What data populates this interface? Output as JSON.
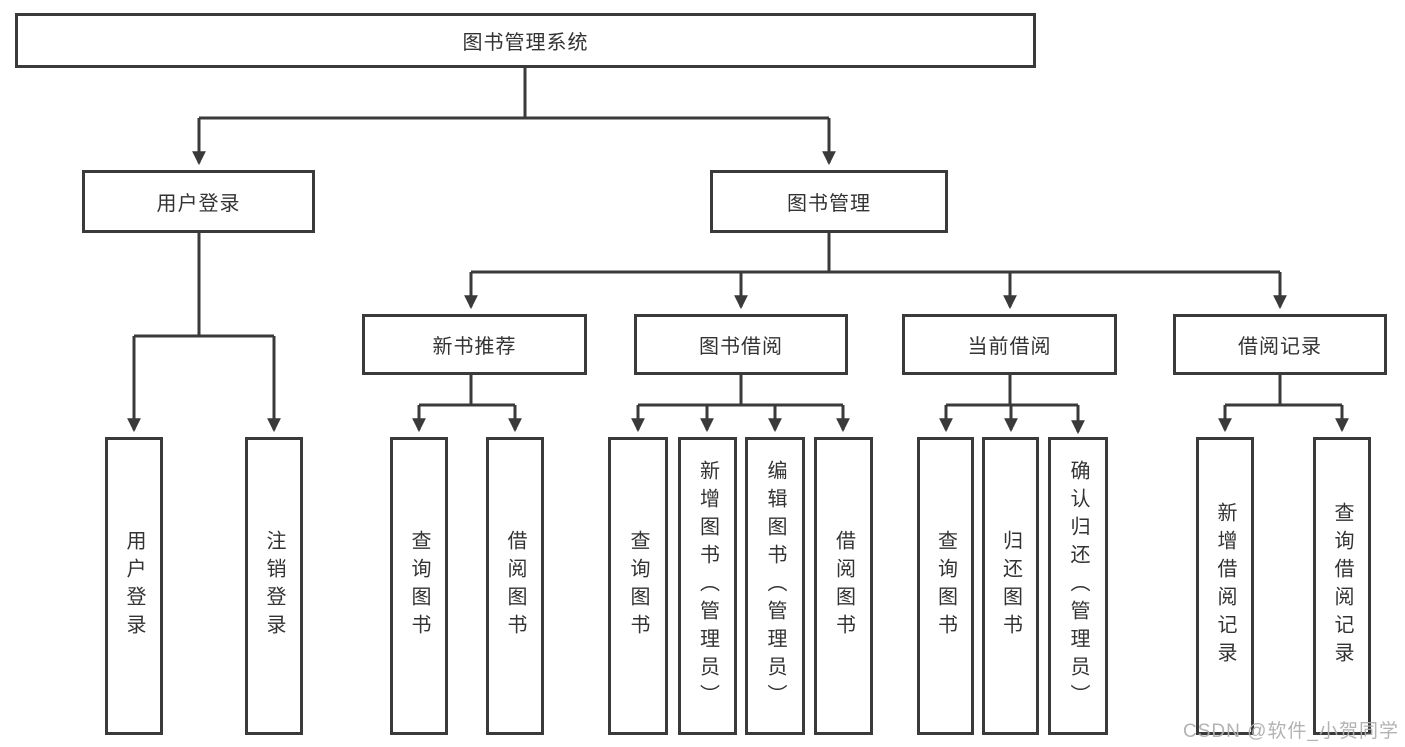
{
  "tree": {
    "root": "图书管理系统",
    "user_login": {
      "label": "用户登录",
      "children": [
        "用户登录",
        "注销登录"
      ]
    },
    "book_mgmt": {
      "label": "图书管理",
      "sections": {
        "new_book": {
          "label": "新书推荐",
          "children": [
            "查询图书",
            "借阅图书"
          ]
        },
        "book_borrow": {
          "label": "图书借阅",
          "children": [
            "查询图书",
            "新增图书（管理员）",
            "编辑图书（管理员）",
            "借阅图书"
          ]
        },
        "current_borrow": {
          "label": "当前借阅",
          "children": [
            "查询图书",
            "归还图书",
            "确认归还（管理员）"
          ]
        },
        "borrow_record": {
          "label": "借阅记录",
          "children": [
            "新增借阅记录",
            "查询借阅记录"
          ]
        }
      }
    }
  },
  "colors": {
    "line": "#3a3a3a",
    "text": "#333333",
    "watermark": "#bfbfbf",
    "background": "#ffffff"
  },
  "watermark": "CSDN @软件_小贺同学"
}
